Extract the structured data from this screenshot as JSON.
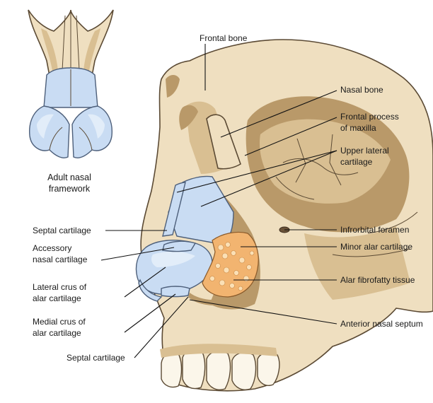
{
  "figure": {
    "inset_caption_line1": "Adult nasal",
    "inset_caption_line2": "framework"
  },
  "labels": {
    "frontal_bone": "Frontal bone",
    "nasal_bone": "Nasal bone",
    "frontal_process_line1": "Frontal process",
    "frontal_process_line2": "of maxilla",
    "upper_lateral_line1": "Upper lateral",
    "upper_lateral_line2": "cartilage",
    "infraorbital_foramen": "Infrorbital foramen",
    "minor_alar_cartilage": "Minor alar cartilage",
    "alar_fibrofatty_tissue": "Alar fibrofatty tissue",
    "anterior_nasal_septum": "Anterior nasal septum",
    "septal_cartilage_upper": "Septal cartilage",
    "accessory_line1": "Accessory",
    "accessory_line2": "nasal cartilage",
    "lateral_crus_line1": "Lateral crus of",
    "lateral_crus_line2": "alar cartilage",
    "medial_crus_line1": "Medial crus of",
    "medial_crus_line2": "alar cartilage",
    "septal_cartilage_lower": "Septal cartilage"
  },
  "colors": {
    "bone": "#efdfc0",
    "bone_shadow": "#d9bf92",
    "cartilage": "#c9dcf3",
    "fibrofatty": "#f2b470",
    "leader_line": "#111111"
  }
}
